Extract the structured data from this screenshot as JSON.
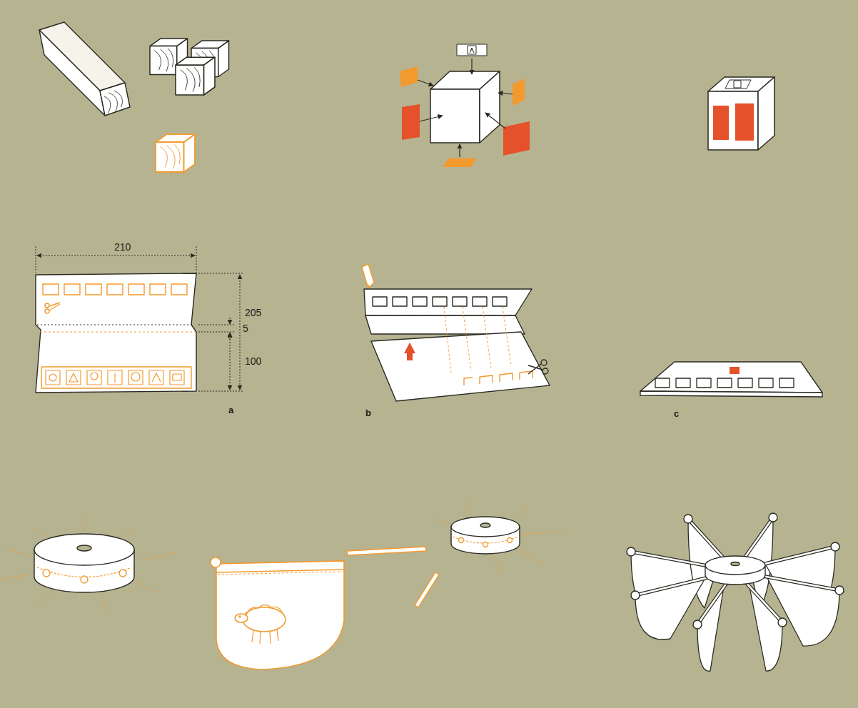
{
  "diagram": {
    "labels": [
      "210",
      "205",
      "5",
      "100",
      "a",
      "b",
      "c"
    ]
  }
}
